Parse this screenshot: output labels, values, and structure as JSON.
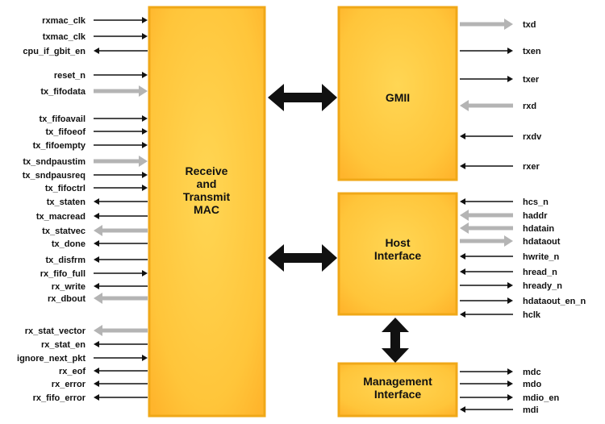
{
  "blocks": {
    "mac": "Receive\nand\nTransmit\nMAC",
    "gmii": "GMII",
    "host": "Host\nInterface",
    "mgmt": "Management\nInterface"
  },
  "mac_signals": [
    {
      "name": "rxmac_clk",
      "dir": "in",
      "bus": false
    },
    {
      "name": "txmac_clk",
      "dir": "in",
      "bus": false
    },
    {
      "name": "cpu_if_gbit_en",
      "dir": "out",
      "bus": false
    },
    {
      "name": "reset_n",
      "dir": "in",
      "bus": false
    },
    {
      "name": "tx_fifodata",
      "dir": "in",
      "bus": true
    },
    {
      "name": "tx_fifoavail",
      "dir": "in",
      "bus": false
    },
    {
      "name": "tx_fifoeof",
      "dir": "in",
      "bus": false
    },
    {
      "name": "tx_fifoempty",
      "dir": "in",
      "bus": false
    },
    {
      "name": "tx_sndpaustim",
      "dir": "in",
      "bus": true
    },
    {
      "name": "tx_sndpausreq",
      "dir": "in",
      "bus": false
    },
    {
      "name": "tx_fifoctrl",
      "dir": "in",
      "bus": false
    },
    {
      "name": "tx_staten",
      "dir": "out",
      "bus": false
    },
    {
      "name": "tx_macread",
      "dir": "out",
      "bus": false
    },
    {
      "name": "tx_statvec",
      "dir": "out",
      "bus": true
    },
    {
      "name": "tx_done",
      "dir": "out",
      "bus": false
    },
    {
      "name": "tx_disfrm",
      "dir": "out",
      "bus": false
    },
    {
      "name": "rx_fifo_full",
      "dir": "in",
      "bus": false
    },
    {
      "name": "rx_write",
      "dir": "out",
      "bus": false
    },
    {
      "name": "rx_dbout",
      "dir": "out",
      "bus": true
    },
    {
      "name": "rx_stat_vector",
      "dir": "out",
      "bus": true
    },
    {
      "name": "rx_stat_en",
      "dir": "out",
      "bus": false
    },
    {
      "name": "ignore_next_pkt",
      "dir": "in",
      "bus": false
    },
    {
      "name": "rx_eof",
      "dir": "out",
      "bus": false
    },
    {
      "name": "rx_error",
      "dir": "out",
      "bus": false
    },
    {
      "name": "rx_fifo_error",
      "dir": "out",
      "bus": false
    }
  ],
  "gmii_signals": [
    {
      "name": "txd",
      "dir": "out",
      "bus": true
    },
    {
      "name": "txen",
      "dir": "out",
      "bus": false
    },
    {
      "name": "txer",
      "dir": "out",
      "bus": false
    },
    {
      "name": "rxd",
      "dir": "in",
      "bus": true
    },
    {
      "name": "rxdv",
      "dir": "in",
      "bus": false
    },
    {
      "name": "rxer",
      "dir": "in",
      "bus": false
    }
  ],
  "host_signals": [
    {
      "name": "hcs_n",
      "dir": "in",
      "bus": false
    },
    {
      "name": "haddr",
      "dir": "in",
      "bus": true
    },
    {
      "name": "hdatain",
      "dir": "in",
      "bus": true
    },
    {
      "name": "hdataout",
      "dir": "out",
      "bus": true
    },
    {
      "name": "hwrite_n",
      "dir": "in",
      "bus": false
    },
    {
      "name": "hread_n",
      "dir": "in",
      "bus": false
    },
    {
      "name": "hready_n",
      "dir": "out",
      "bus": false
    },
    {
      "name": "hdataout_en_n",
      "dir": "out",
      "bus": false
    },
    {
      "name": "hclk",
      "dir": "in",
      "bus": false
    }
  ],
  "mgmt_signals": [
    {
      "name": "mdc",
      "dir": "out",
      "bus": false
    },
    {
      "name": "mdo",
      "dir": "out",
      "bus": false
    },
    {
      "name": "mdio_en",
      "dir": "out",
      "bus": false
    },
    {
      "name": "mdi",
      "dir": "in",
      "bus": false
    }
  ],
  "colors": {
    "block_fill_center": "#ffd452",
    "block_fill_edge": "#ffb82e",
    "block_border": "#f0a818",
    "arrow": "#111111",
    "bus_arrow": "#b4b4b4"
  }
}
